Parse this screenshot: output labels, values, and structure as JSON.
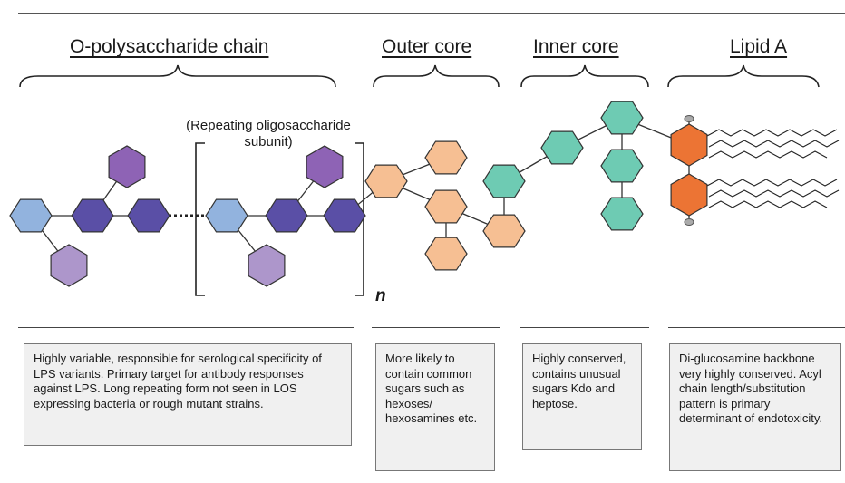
{
  "sections": [
    {
      "id": "o-polysaccharide",
      "title": "O-polysaccharide chain",
      "description": "Highly variable, responsible for serological specificity of LPS variants. Primary target for antibody responses against LPS. Long repeating form not seen in LOS expressing bacteria or rough mutant strains."
    },
    {
      "id": "outer-core",
      "title": "Outer core",
      "description": "More likely to contain common sugars such as hexoses/ hexosamines etc."
    },
    {
      "id": "inner-core",
      "title": "Inner core",
      "description": "Highly conserved, contains unusual sugars Kdo and heptose."
    },
    {
      "id": "lipid-a",
      "title": "Lipid A",
      "description": "Di-glucosamine backbone very highly conserved. Acyl chain length/substitution pattern is primary determinant of endotoxicity."
    }
  ],
  "repeat_note": "(Repeating oligosaccharide subunit)",
  "repeat_symbol": "n",
  "colors": {
    "light_blue": "#92b3de",
    "dark_purple": "#5a4fa6",
    "medium_purple": "#8e63b5",
    "lavender": "#ad96cb",
    "peach": "#f6bf93",
    "teal": "#6ecbb3",
    "orange": "#ec7434",
    "gray_dot": "#aaaaaa",
    "box_fill": "#f0f0f0"
  }
}
